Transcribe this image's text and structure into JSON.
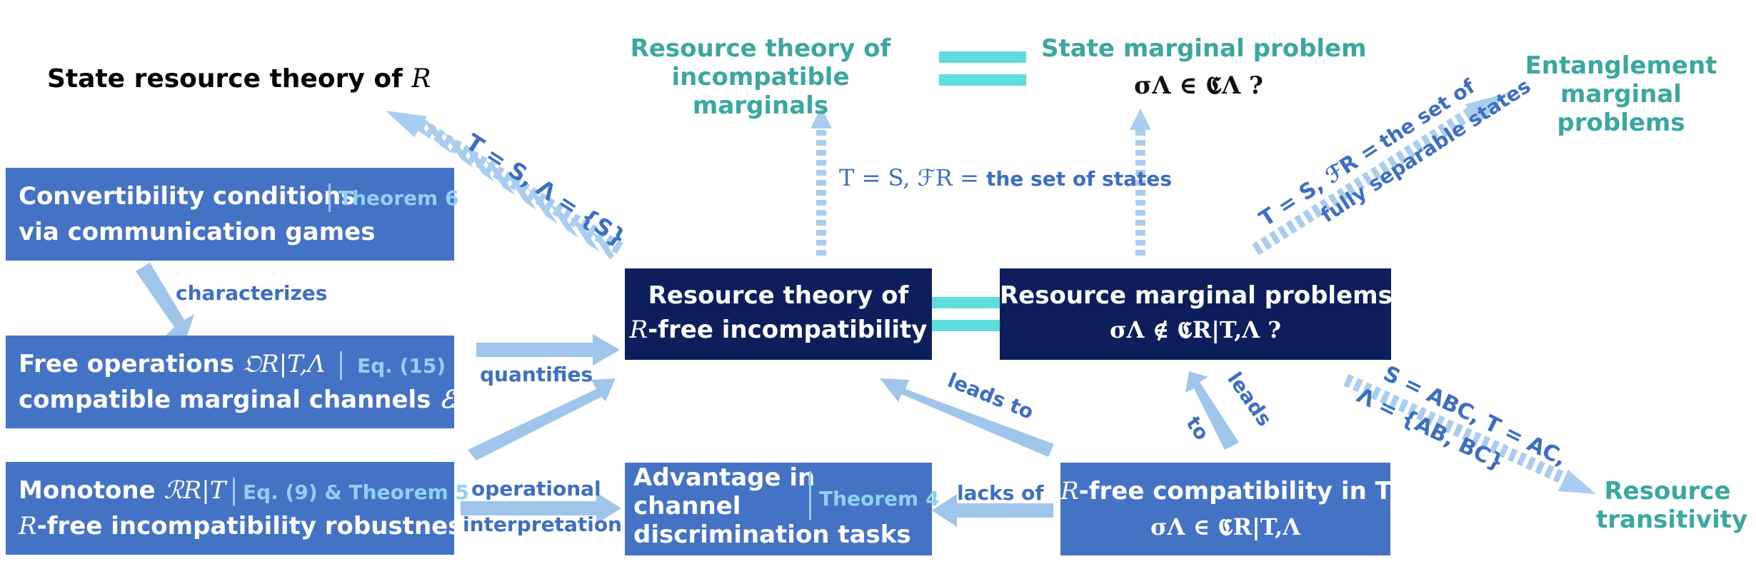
{
  "title_left": {
    "prefix": "State resource theory of ",
    "var": "R"
  },
  "top": {
    "rt_incompatible": "Resource theory of\nincompatible marginals",
    "state_marginal": "State marginal problem",
    "state_marginal_math": "σΛ ∈ 𝕮Λ ?",
    "entanglement": "Entanglement\nmarginal problems"
  },
  "boxes": {
    "convertibility": {
      "line1": "Convertibility conditions",
      "line2": "via communication games",
      "ref": "Theorem 6"
    },
    "free_ops": {
      "line1_text": "Free operations ",
      "line1_math": "𝔒R|T,Λ",
      "line2_text": "compatible marginal channels ",
      "line2_math": "ℰΛ",
      "ref": "Eq. (15)"
    },
    "monotone": {
      "line1_text": "Monotone ",
      "line1_math": "ℛR|T",
      "line2_math": "R",
      "line2_text": "-free incompatibility robustness",
      "ref": "Eq. (9) & Theorem 5"
    },
    "rt_free": {
      "line1": "Resource theory of",
      "line2_math": "R",
      "line2_text": "-free incompatibility"
    },
    "rmp": {
      "line1": "Resource marginal problems",
      "line2_math": "σΛ ∉ 𝕮R|T,Λ ?"
    },
    "advantage": {
      "line1": "Advantage in",
      "line2": "channel",
      "line3": "discrimination tasks",
      "ref": "Theorem 4"
    },
    "compat": {
      "line1_math": "R",
      "line1_text": "-free compatibility in T",
      "line2_math": "σΛ ∈ 𝕮R|T,Λ"
    }
  },
  "arrow_labels": {
    "characterizes": "characterizes",
    "quantifies": "quantifies",
    "operational": "operational",
    "interpretation": "interpretation",
    "lacks_of": "lacks of",
    "leads_to_1": "leads to",
    "leads_to_2a": "leads",
    "leads_to_2b": "to",
    "t_eq_s_lambda": "T = S, Λ = {S}",
    "t_eq_s_states_math": "T = S, ℱR = ",
    "t_eq_s_states_text": "the set of states",
    "t_eq_s_sep_math": "T = S, ℱR = ",
    "t_eq_s_sep_text1": "the set of",
    "t_eq_s_sep_text2": "fully separable states",
    "s_abc_1": "S = ABC, T = AC,",
    "s_abc_2": "Λ = {AB, BC}"
  },
  "bottom_right": "Resource\ntransitivity",
  "colors": {
    "box_mid": "#4472c4",
    "box_dark": "#0c1e5b",
    "teal": "#3aa7a0",
    "arrow": "#9fc5ea",
    "label": "#3c6ec2",
    "ref": "#8fd0f5",
    "equals": "#5fdcdc"
  }
}
